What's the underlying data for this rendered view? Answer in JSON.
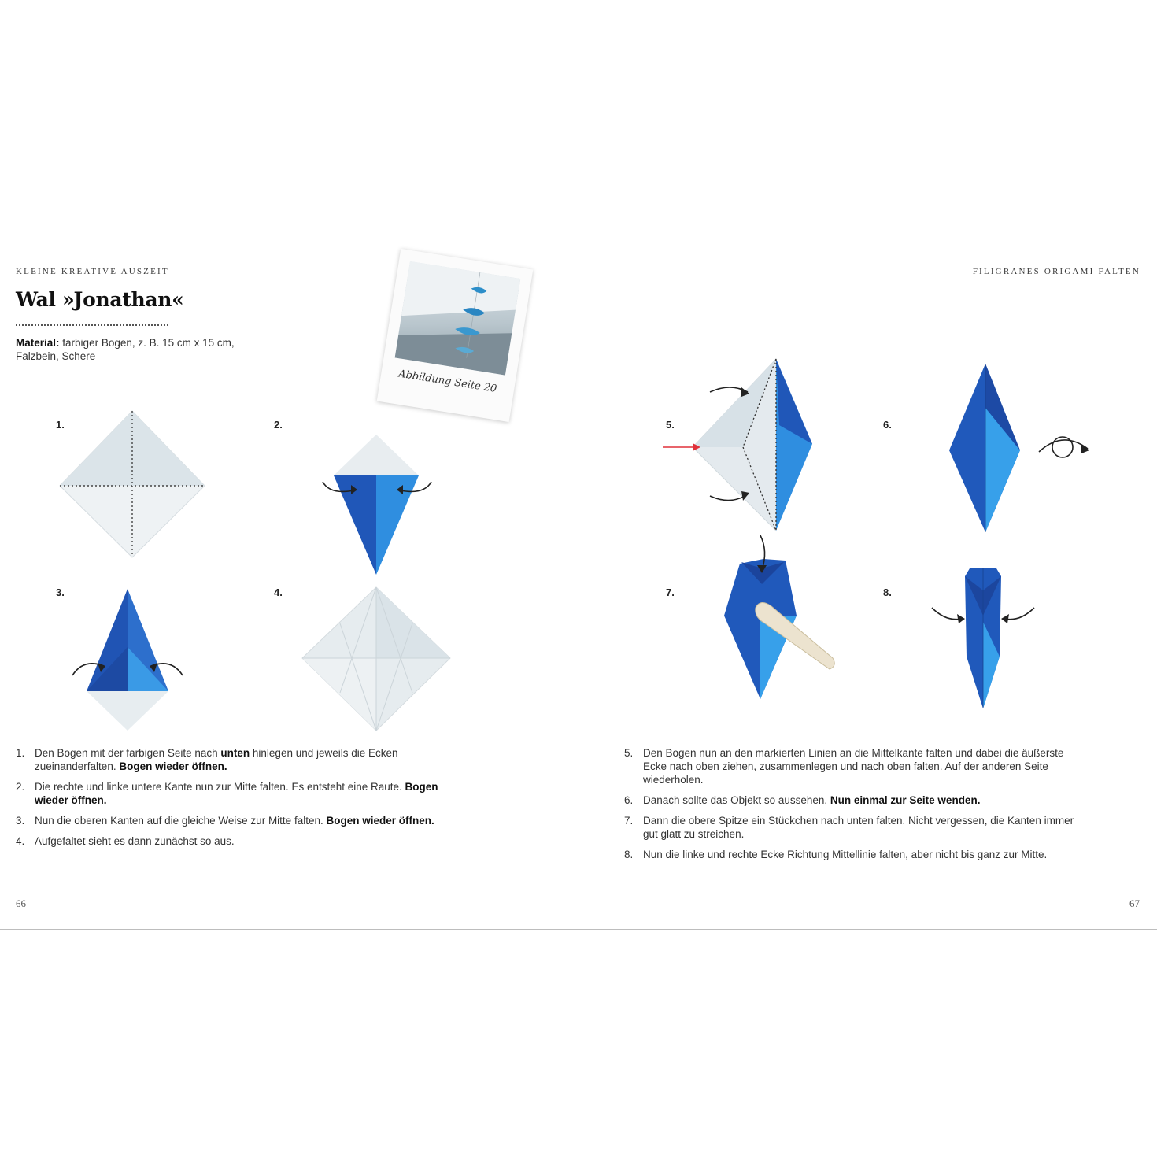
{
  "left_page": {
    "running_head": "KLEINE KREATIVE AUSZEIT",
    "title": "Wal »Jonathan«",
    "material_label": "Material:",
    "material_text": "farbiger Bogen, z. B.  15 cm x 15 cm, Falzbein, Schere",
    "photo_caption": "Abbildung Seite 20",
    "step_labels": [
      "1.",
      "2.",
      "3.",
      "4."
    ],
    "instructions": [
      {
        "num": "1.",
        "parts": [
          {
            "t": "Den Bogen mit der farbigen Seite nach ",
            "b": false
          },
          {
            "t": "unten",
            "b": true
          },
          {
            "t": " hinlegen und jeweils die Ecken zueinanderfalten. ",
            "b": false
          },
          {
            "t": "Bogen wieder öffnen.",
            "b": true
          }
        ]
      },
      {
        "num": "2.",
        "parts": [
          {
            "t": "Die rechte und linke untere Kante nun zur Mitte falten. Es entsteht eine Raute. ",
            "b": false
          },
          {
            "t": "Bogen wieder öffnen.",
            "b": true
          }
        ]
      },
      {
        "num": "3.",
        "parts": [
          {
            "t": "Nun die oberen Kanten auf die gleiche Weise zur Mitte falten. ",
            "b": false
          },
          {
            "t": "Bogen wieder öffnen.",
            "b": true
          }
        ]
      },
      {
        "num": "4.",
        "parts": [
          {
            "t": "Aufgefaltet sieht es dann zunächst so aus.",
            "b": false
          }
        ]
      }
    ],
    "page_number": "66"
  },
  "right_page": {
    "running_head": "FILIGRANES ORIGAMI FALTEN",
    "step_labels": [
      "5.",
      "6.",
      "7.",
      "8."
    ],
    "instructions": [
      {
        "num": "5.",
        "parts": [
          {
            "t": "Den Bogen nun an den markierten Linien an die Mittelkante falten und dabei die äußerste Ecke nach oben ziehen, zusammenlegen und nach oben falten. Auf der anderen Seite wiederholen.",
            "b": false
          }
        ]
      },
      {
        "num": "6.",
        "parts": [
          {
            "t": "Danach sollte das Objekt so aussehen. ",
            "b": false
          },
          {
            "t": "Nun einmal zur Seite wenden.",
            "b": true
          }
        ]
      },
      {
        "num": "7.",
        "parts": [
          {
            "t": "Dann die obere Spitze ein Stückchen nach unten falten. Nicht vergessen, die Kanten immer gut glatt zu streichen.",
            "b": false
          }
        ]
      },
      {
        "num": "8.",
        "parts": [
          {
            "t": "Nun die linke und rechte Ecke Richtung Mittellinie falten, aber nicht bis ganz zur Mitte.",
            "b": false
          }
        ]
      }
    ],
    "page_number": "67"
  },
  "colors": {
    "paper_white": "#e9eef1",
    "blue_dark": "#1f4fae",
    "blue_light": "#2f8fe0",
    "arrow": "#222222",
    "arrow_red": "#e0303a"
  }
}
